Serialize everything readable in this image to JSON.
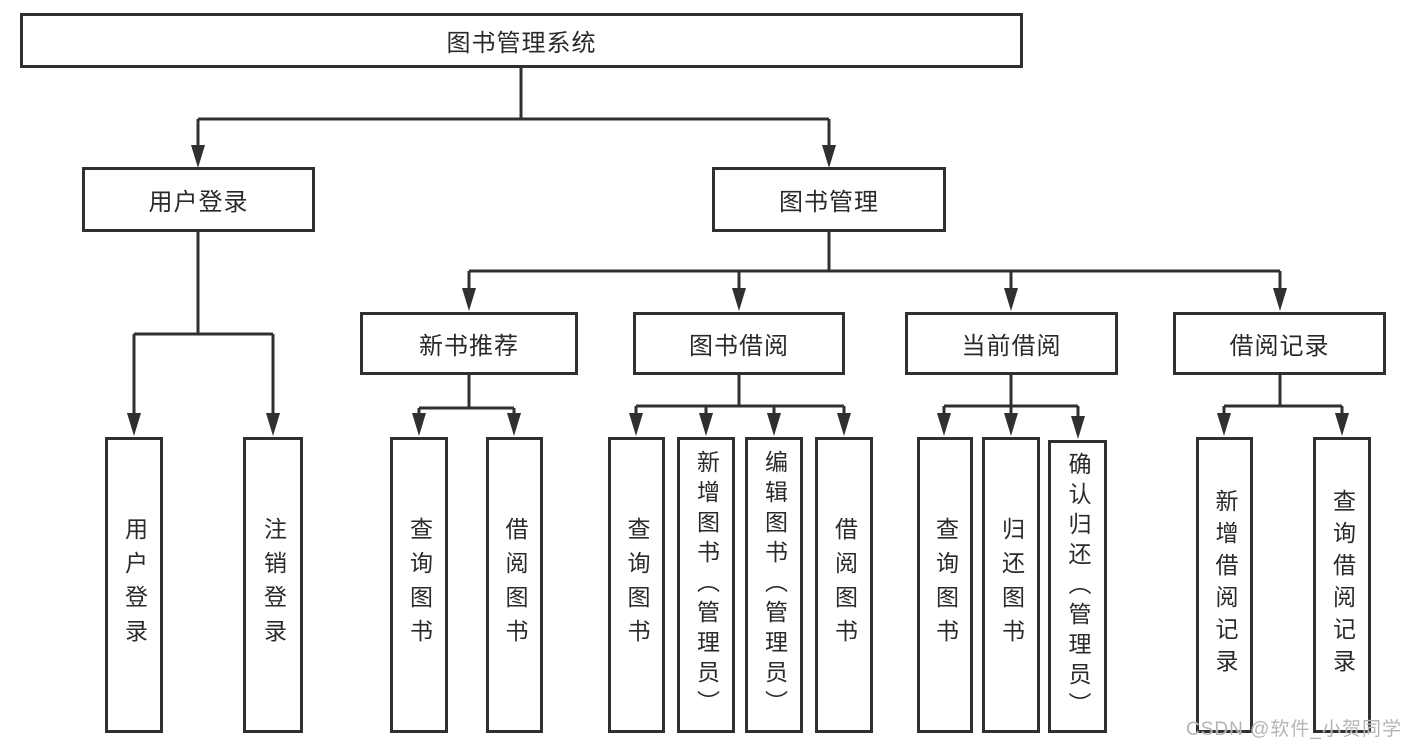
{
  "diagram": {
    "title": "图书管理系统",
    "branches": [
      {
        "label": "用户登录",
        "children": [
          {
            "label": "用户登录"
          },
          {
            "label": "注销登录"
          }
        ]
      },
      {
        "label": "图书管理",
        "children": [
          {
            "label": "新书推荐",
            "children": [
              {
                "label": "查询图书"
              },
              {
                "label": "借阅图书"
              }
            ]
          },
          {
            "label": "图书借阅",
            "children": [
              {
                "label": "查询图书"
              },
              {
                "label": "新增图书（管理员）"
              },
              {
                "label": "编辑图书（管理员）"
              },
              {
                "label": "借阅图书"
              }
            ]
          },
          {
            "label": "当前借阅",
            "children": [
              {
                "label": "查询图书"
              },
              {
                "label": "归还图书"
              },
              {
                "label": "确认归还（管理员）"
              }
            ]
          },
          {
            "label": "借阅记录",
            "children": [
              {
                "label": "新增借阅记录"
              },
              {
                "label": "查询借阅记录"
              }
            ]
          }
        ]
      }
    ],
    "watermark": "CSDN @软件_小贺同学",
    "colors": {
      "line": "#303030",
      "text": "#2a2a2a",
      "background": "#ffffff",
      "watermark": "#b5b5b5"
    }
  }
}
